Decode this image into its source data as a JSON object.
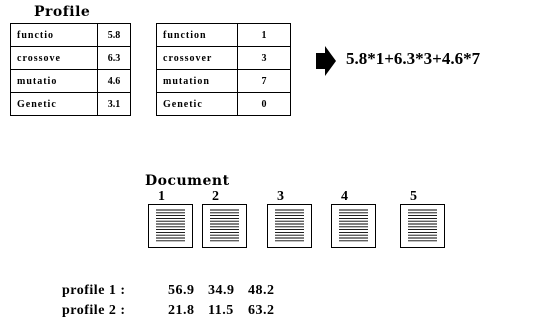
{
  "profile_title": "Profile",
  "left_table": [
    {
      "term": "functio",
      "value": "5.8"
    },
    {
      "term": "crossove",
      "value": "6.3"
    },
    {
      "term": "mutatio",
      "value": "4.6"
    },
    {
      "term": "Genetic",
      "value": "3.1"
    }
  ],
  "right_table": [
    {
      "term": "function",
      "value": "1"
    },
    {
      "term": "crossover",
      "value": "3"
    },
    {
      "term": "mutation",
      "value": "7"
    },
    {
      "term": "Genetic",
      "value": "0"
    }
  ],
  "formula": "5.8*1+6.3*3+4.6*7",
  "document_title": "Document",
  "documents": [
    "1",
    "2",
    "3",
    "4",
    "5"
  ],
  "scores": [
    {
      "label": "profile 1 :",
      "values": [
        "56.9",
        "34.9",
        "48.2"
      ]
    },
    {
      "label": "profile 2 :",
      "values": [
        "21.8",
        "11.5",
        "63.2"
      ]
    }
  ]
}
